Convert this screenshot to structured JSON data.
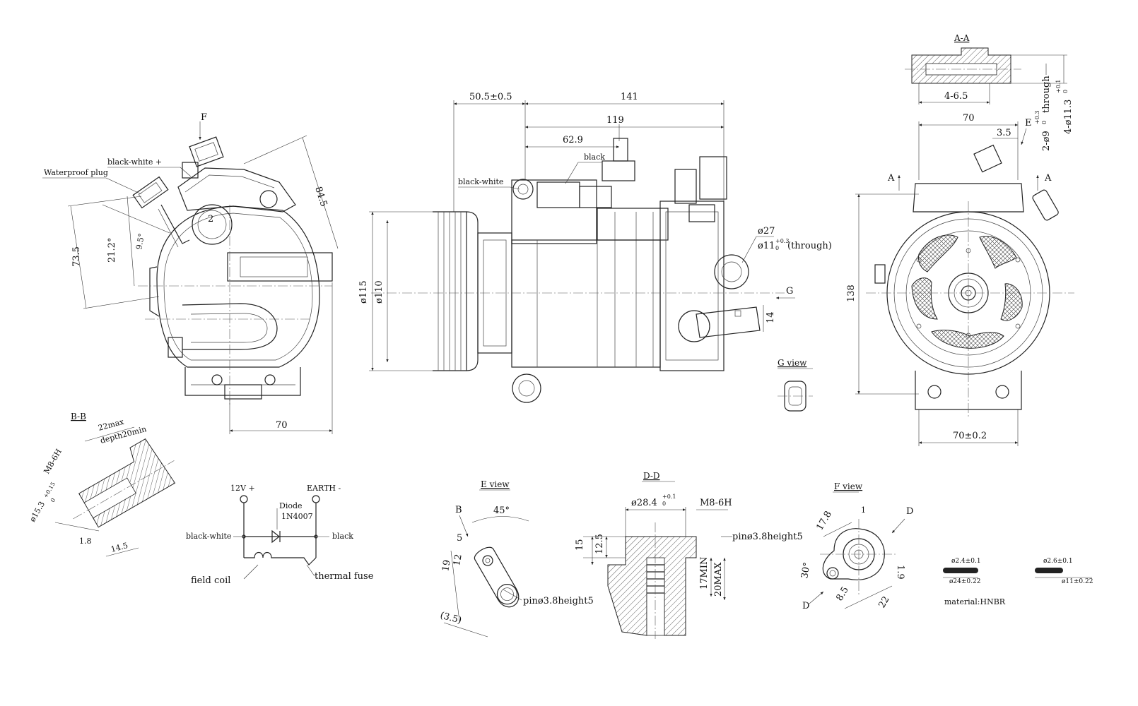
{
  "labels": {
    "F_arrow": "F",
    "black_white_plus": "black-white +",
    "waterproof_plug": "Waterproof plug",
    "d84_5": "84.5",
    "d73_5": "73.5",
    "d21_2": "21.2°",
    "d9_5": "9.5°",
    "d2": "2",
    "d70_left": "70",
    "d50_5": "50.5±0.5",
    "d141": "141",
    "d119": "119",
    "d62_9": "62.9",
    "black_top": "black",
    "black_white_mid": "black-white",
    "phi115": "ø115",
    "phi110": "ø110",
    "phi27": "ø27",
    "phi11_main": "ø11",
    "phi11_tol_up": "+0.3",
    "phi11_tol_dn": "0",
    "phi11_suffix": "(through)",
    "G_arrow": "G",
    "d14": "14",
    "G_view": "G view",
    "AA_title": "A-A",
    "d4_6_5": "4-6.5",
    "d2_phi9": "2-ø9",
    "d2_phi9_tol_up": "+0.3",
    "d2_phi9_tol_dn": "0",
    "d2_phi9_suffix": "through",
    "d4_phi11_3": "4-ø11.3",
    "d4_phi11_3_tol_up": "+0.1",
    "d4_phi11_3_tol_dn": "0",
    "d70_right": "70",
    "E_arrow": "E",
    "d3_5": "3.5",
    "A_left": "A",
    "A_right": "A",
    "d138": "138",
    "d70_0_2": "70±0.2",
    "BB_title": "B-B",
    "d22max": "22max",
    "depth20min": "depth20min",
    "m8_6h_bb": "M8-6H",
    "phi15_3": "ø15.3",
    "phi15_3_tol_up": "+0.15",
    "phi15_3_tol_dn": "0",
    "d1_8": "1.8",
    "d14_5": "14.5",
    "v12": "12V +",
    "earth": "EARTH -",
    "diode": "Diode",
    "diode_part": "1N4007",
    "wire_black_white": "black-white",
    "wire_black": "black",
    "field_coil": "field coil",
    "thermal_fuse": "thermal fuse",
    "E_view": "E view",
    "B_arrow": "B",
    "d45": "45°",
    "d5": "5",
    "d12": "12",
    "d19": "19",
    "d3_5p": "(3.5)",
    "pin_e": "pinø3.8height5",
    "DD_title": "D-D",
    "phi28_4": "ø28.4",
    "phi28_4_tol_up": "+0.1",
    "phi28_4_tol_dn": "0",
    "m8_6h_dd": "M8-6H",
    "d15": "15",
    "d12_5": "12.5",
    "d17min": "17MIN",
    "d20max": "20MAX",
    "pin_d": "pinø3.8height5",
    "F_view": "F view",
    "D_top": "D",
    "D_bottom": "D",
    "d1": "1",
    "d17_8": "17.8",
    "d1_9": "1.9",
    "d30": "30°",
    "d8_5": "8.5",
    "d22": "22",
    "oring1_cs": "ø2.4±0.1",
    "oring1_id": "ø24±0.22",
    "oring2_cs": "ø2.6±0.1",
    "oring2_id": "ø11±0.22",
    "material": "material:HNBR"
  }
}
